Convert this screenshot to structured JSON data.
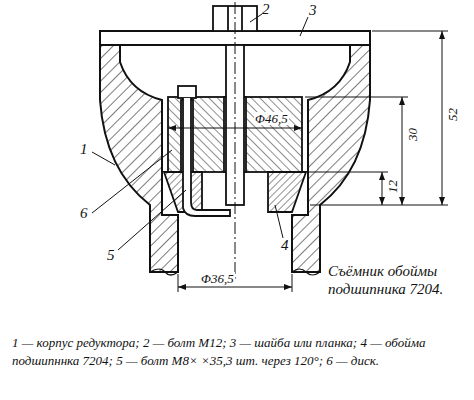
{
  "diagram": {
    "title": "Съёмник обоймы подшипника 7204.",
    "caption": "1 — корпус редуктора; 2 — болт М12; 3 — шайба или планка; 4 — обойма подшипннка 7204; 5 — болт М8× ×35,3 шт. через 120°; 6 — диск.",
    "labels": [
      "2",
      "3",
      "1",
      "6",
      "5",
      "4",
      "Φ46,5",
      "Φ36,5",
      "52",
      "30",
      "12"
    ]
  }
}
